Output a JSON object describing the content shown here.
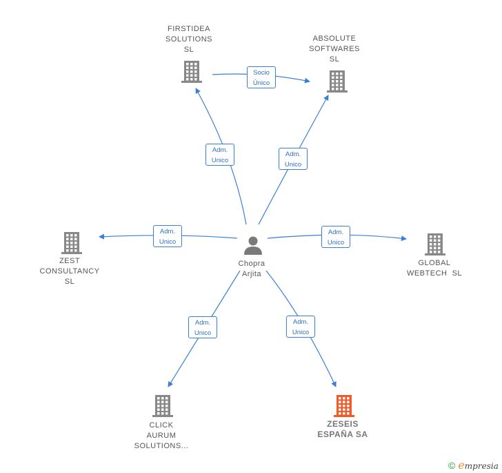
{
  "center": {
    "label_line1": "Chopra",
    "label_line2": "Arjita"
  },
  "nodes": [
    {
      "id": "firstidea",
      "lines": [
        "FIRSTIDEA",
        "SOLUTIONS",
        "SL"
      ],
      "highlight": false
    },
    {
      "id": "absolute",
      "lines": [
        "ABSOLUTE",
        "SOFTWARES",
        "SL"
      ],
      "highlight": false
    },
    {
      "id": "zest",
      "lines": [
        "ZEST",
        "CONSULTANCY",
        "SL"
      ],
      "highlight": false
    },
    {
      "id": "global",
      "lines": [
        "GLOBAL",
        "WEBTECH  SL"
      ],
      "highlight": false
    },
    {
      "id": "click",
      "lines": [
        "CLICK",
        "AURUM",
        "SOLUTIONS..."
      ],
      "highlight": false
    },
    {
      "id": "zeseis",
      "lines": [
        "ZESEIS",
        "ESPAÑA SA"
      ],
      "highlight": true
    }
  ],
  "edges": [
    {
      "id": "e-firstidea",
      "lines": [
        "Adm.",
        "Unico"
      ]
    },
    {
      "id": "e-absolute",
      "lines": [
        "Adm.",
        "Unico"
      ]
    },
    {
      "id": "e-socio",
      "lines": [
        "Socio",
        "Único"
      ]
    },
    {
      "id": "e-zest",
      "lines": [
        "Adm.",
        "Unico"
      ]
    },
    {
      "id": "e-global",
      "lines": [
        "Adm.",
        "Unico"
      ]
    },
    {
      "id": "e-click",
      "lines": [
        "Adm.",
        "Unico"
      ]
    },
    {
      "id": "e-zeseis",
      "lines": [
        "Adm.",
        "Unico"
      ]
    }
  ],
  "colors": {
    "edge": "#3a7fd5",
    "building": "#888888",
    "highlight": "#f05a28",
    "person": "#7a7a7a"
  },
  "brand": {
    "copyright": "©",
    "initial": "e",
    "rest": "mpresia"
  }
}
